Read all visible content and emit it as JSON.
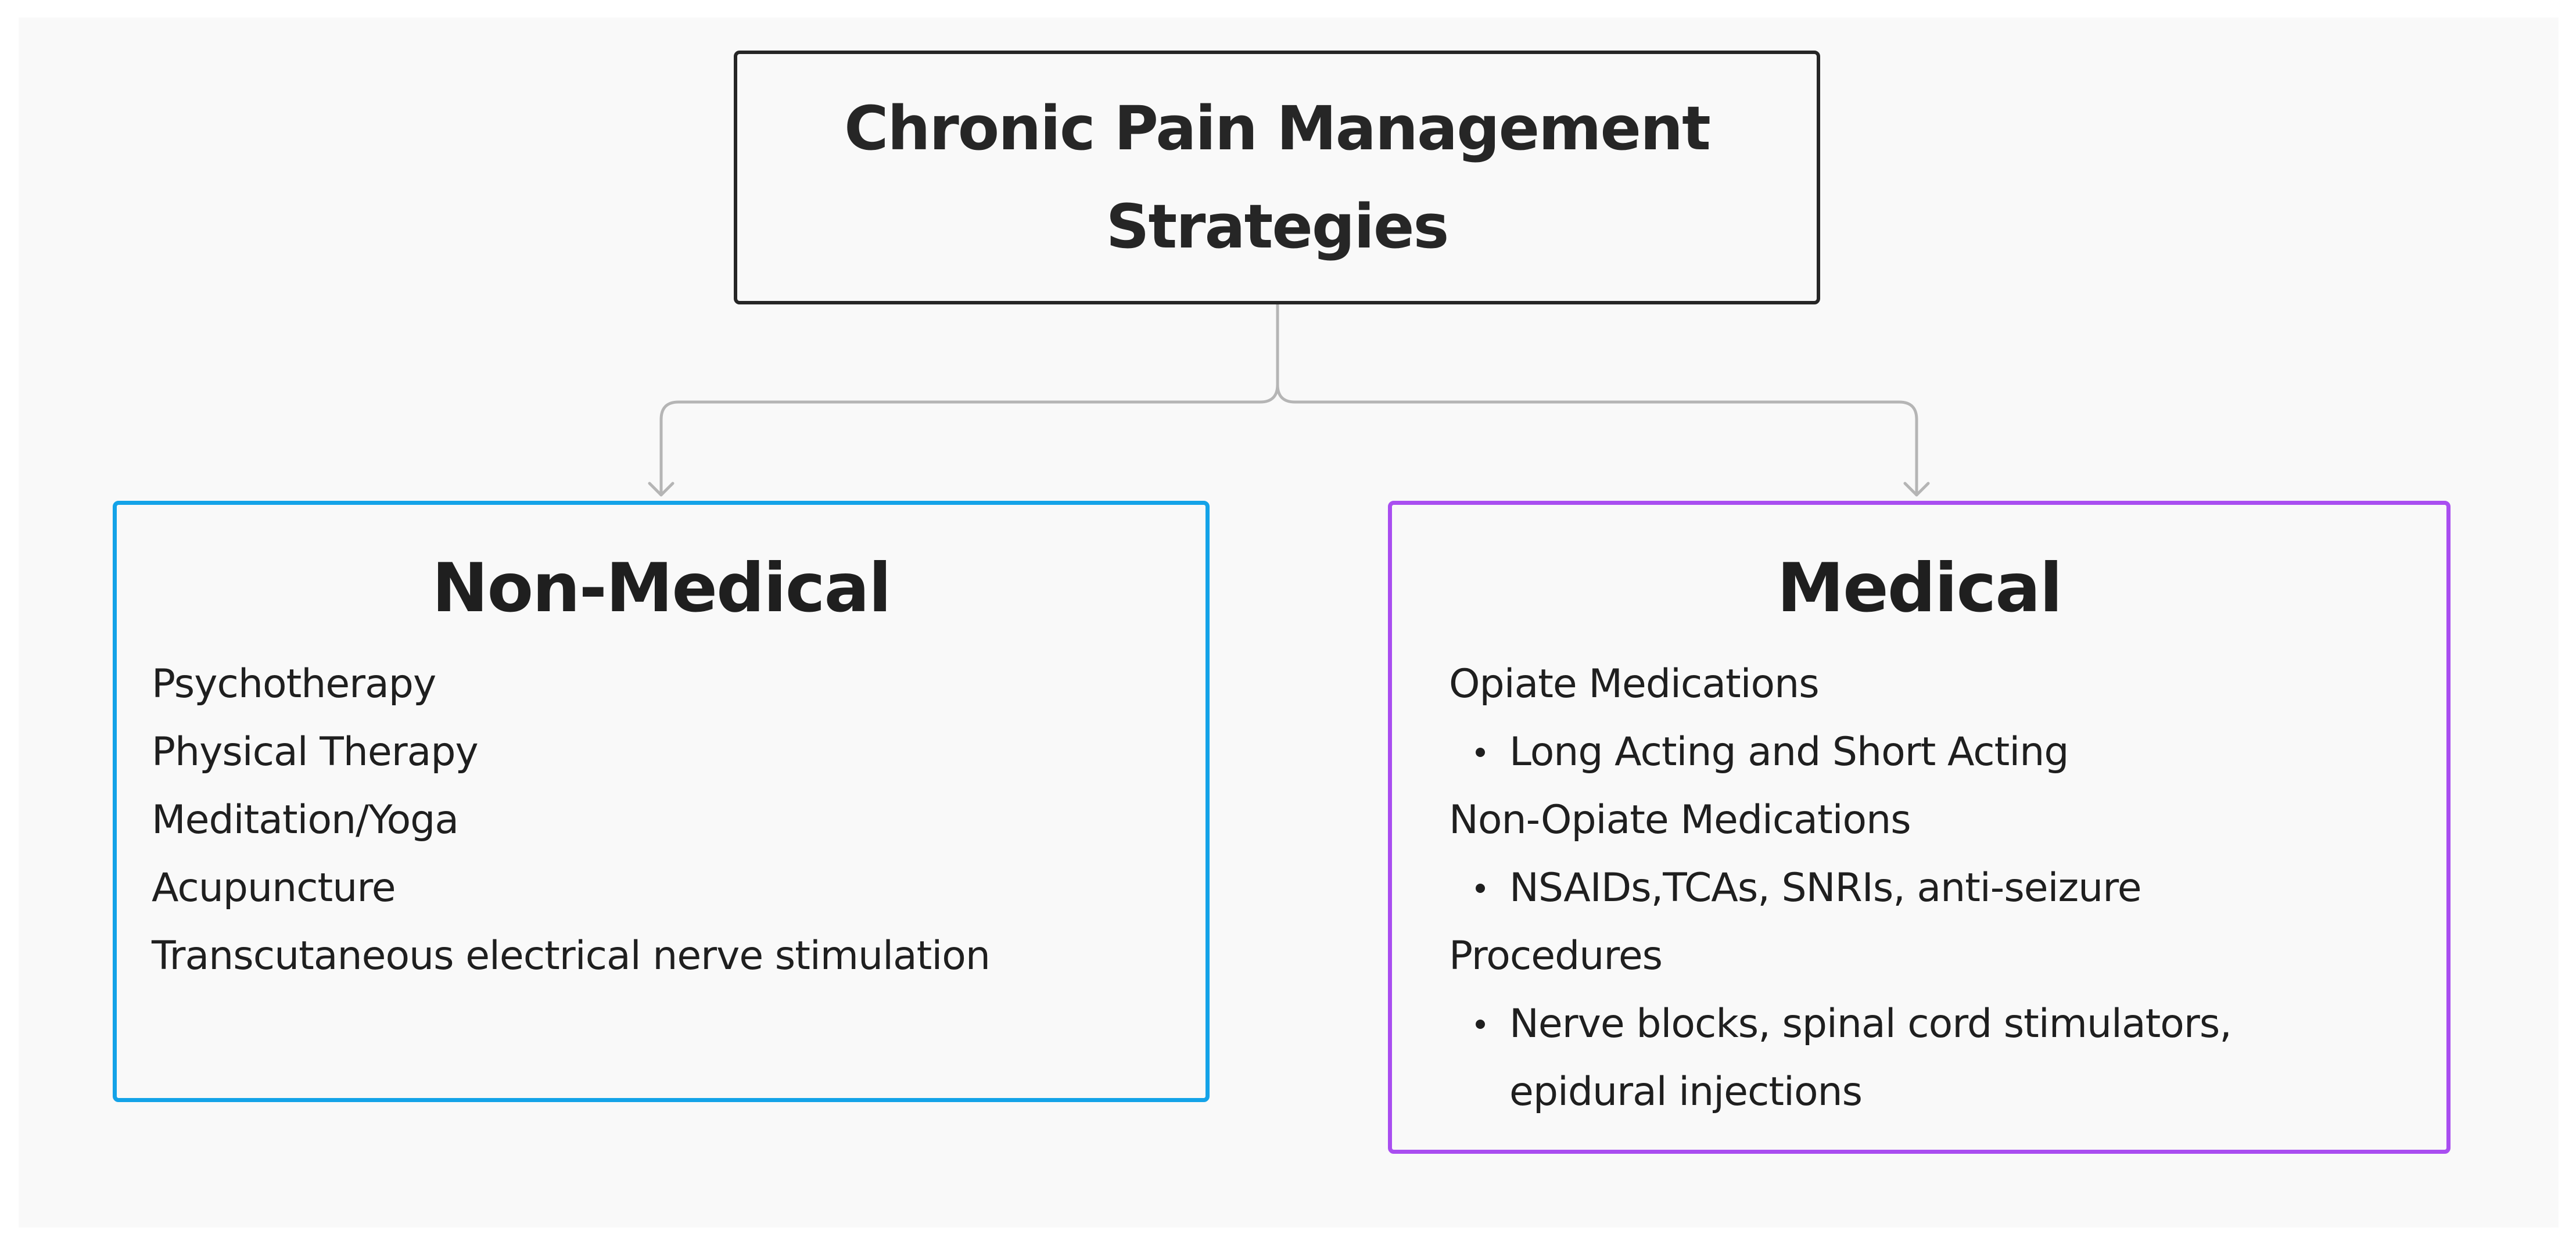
{
  "diagram": {
    "root": {
      "title": "Chronic Pain Management Strategies"
    },
    "branches": [
      {
        "title": "Non-Medical",
        "color": "#14a3e8",
        "items": [
          "Psychotherapy",
          "Physical Therapy",
          "Meditation/Yoga",
          "Acupuncture",
          "Transcutaneous electrical nerve stimulation"
        ]
      },
      {
        "title": "Medical",
        "color": "#a94ef0",
        "groups": [
          {
            "label": "Opiate Medications",
            "detail": "Long Acting and Short Acting"
          },
          {
            "label": "Non-Opiate Medications",
            "detail": "NSAIDs,TCAs, SNRIs, anti-seizure"
          },
          {
            "label": "Procedures",
            "detail": "Nerve blocks, spinal cord stimulators, epidural injections"
          }
        ]
      }
    ],
    "connector_color": "#b5b5b5",
    "border_color": "#262626"
  }
}
